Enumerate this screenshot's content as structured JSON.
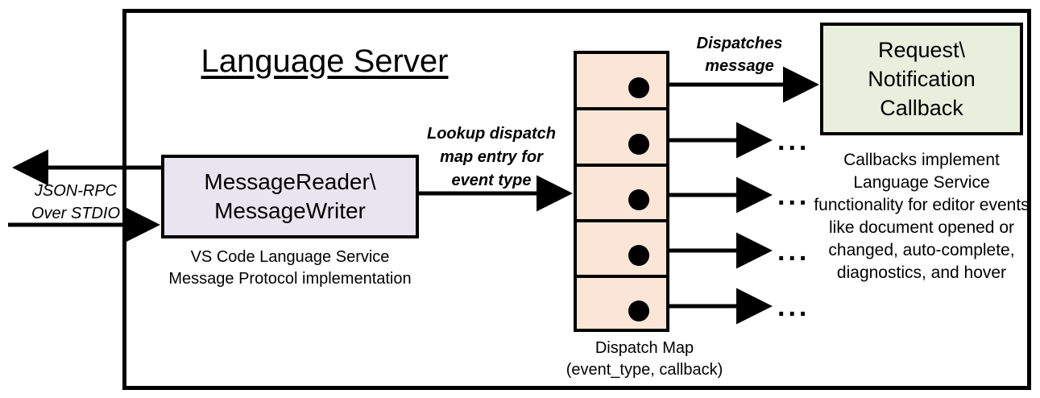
{
  "diagram": {
    "title": "Language Server",
    "boxes": {
      "reader_writer": {
        "line1": "MessageReader\\",
        "line2": "MessageWriter",
        "caption": "VS Code Language Service\nMessage Protocol implementation",
        "fill": "#E8E5EF"
      },
      "callback": {
        "line1": "Request\\",
        "line2": "Notification",
        "line3": "Callback",
        "fill": "#E8EFDD",
        "description": "Callbacks implement Language Service functionality for editor events like document opened or changed, auto-complete, diagnostics, and hover"
      },
      "dispatch_map": {
        "caption": "Dispatch Map\n(event_type, callback)",
        "fill": "#FAE5D7",
        "row_count": 5,
        "rows": [
          {
            "label": "dispatch-row-1"
          },
          {
            "label": "dispatch-row-2"
          },
          {
            "label": "dispatch-row-3"
          },
          {
            "label": "dispatch-row-4"
          },
          {
            "label": "dispatch-row-5"
          }
        ]
      }
    },
    "edge_labels": {
      "jsonrpc": "JSON-RPC\nOver STDIO",
      "lookup": "Lookup dispatch\nmap entry for\nevent type",
      "dispatches": "Dispatches\nmessage"
    },
    "ellipsis": "...",
    "ellipsis_count": 4,
    "colors": {
      "stroke": "#000000",
      "background": "#FFFFFF",
      "lavender": "#E8E5EF",
      "green": "#E8EFDD",
      "peach": "#FAE5D7"
    }
  }
}
